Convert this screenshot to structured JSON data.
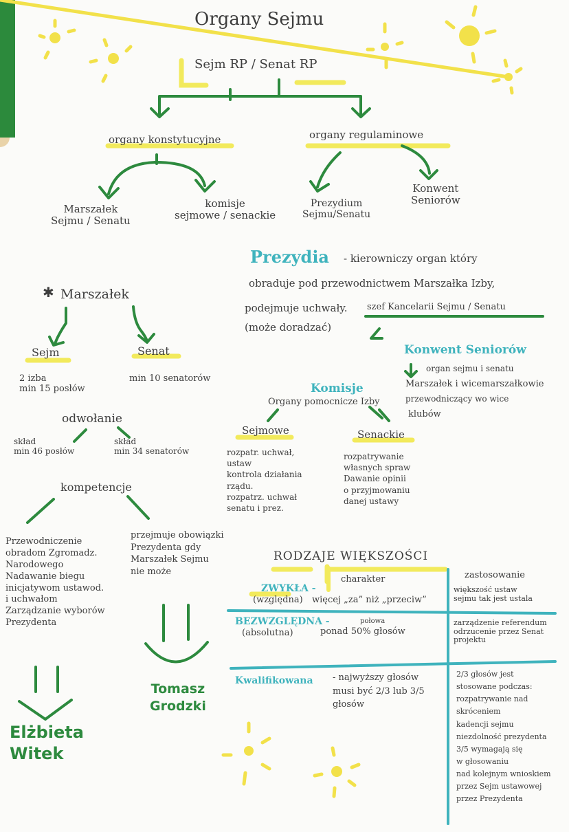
{
  "colors": {
    "green": "#2d8a3e",
    "teal": "#3fb3bd",
    "yellow": "#f2ea5c",
    "ink": "#3d3d3d"
  },
  "title": "Organy Sejmu",
  "subtitle": "Sejm RP / Senat RP",
  "branches": {
    "constitutional": "organy konstytucyjne",
    "regulatory": "organy regulaminowe",
    "marszalek": "Marszałek\nSejmu / Senatu",
    "komisje": "komisje\nsejmowe / senackie",
    "prezydium": "Prezydium\nSejmu/Senatu",
    "konwent": "Konwent\nSeniorów"
  },
  "prezydium_def": {
    "term": "Prezydia",
    "line1": "- kierowniczy organ który",
    "line2": "obraduje pod przewodnictwem Marszałka Izby,",
    "line3": "podejmuje uchwały.",
    "line3b": "szef Kancelarii Sejmu / Senatu",
    "line4": "(może doradzać)"
  },
  "konwent_def": {
    "term": "Konwent Seniorów",
    "line1": "organ sejmu i senatu",
    "line2": "Marszałek i wicemarszałkowie",
    "line3": "przewodniczący wo wice",
    "line4": "klubów"
  },
  "marszalek_section": {
    "heading": "Marszałek",
    "sejm": "Sejm",
    "senat": "Senat",
    "sejm_text": "2 izba\nmin 15 posłów",
    "senat_text": "min 10 senatorów",
    "odwolanie": "odwołanie",
    "sklad1": "skład\nmin 46 posłów",
    "sklad2": "skład\nmin 34 senatorów",
    "kompetencje": "kompetencje",
    "left_list": "Przewodniczenie\nobradom Zgromadz.\nNarodowego\nNadawanie biegu\ninicjatywom ustawod.\ni uchwałom\nZarządzanie wyborów\nPrezydenta",
    "right_list": "przejmuje obowiązki\nPrezydenta gdy\nMarszałek Sejmu\nnie może",
    "person1": "Elżbieta\nWitek",
    "person2": "Tomasz\nGrodzki"
  },
  "komisje_section": {
    "heading": "Komisje",
    "sub": "Organy pomocnicze Izby",
    "sejmowe": "Sejmowe",
    "senackie": "Senackie",
    "sejmowe_list": "rozpatr. uchwał,\nustaw\nkontrola działania\nrządu.\nrozpatrz. uchwał\nsenatu i prez.",
    "senackie_list": "rozpatrywanie\nwłasnych spraw\nDawanie opinii\no przyjmowaniu\ndanej ustawy"
  },
  "majority_section": {
    "heading": "RODZAJE WIĘKSZOŚCI",
    "col_char": "charakter",
    "col_use": "zastosowanie",
    "row1_name": "ZWYKŁA -",
    "row1_alt": "(względna)",
    "row1_char": "więcej „za” niż „przeciw”",
    "row1_use": "większość ustaw\nsejmu tak jest ustala",
    "row2_name": "BEZWZGLĘDNA -",
    "row2_alt": "(absolutna)",
    "row2_pre": "połowa",
    "row2_char": "ponad 50% głosów",
    "row2_use": "zarządzenie referendum\nodrzucenie przez Senat\nprojektu",
    "row3_name": "Kwalifikowana",
    "row3_char": "- najwyższy głosów\nmusi być 2/3 lub 3/5\ngłosów",
    "row3_use": "2/3 głosów jest\nstosowane podczas:\nrozpatrywanie nad skróceniem\nkadencji sejmu\nniezdolność prezydenta\n3/5 wymagają się\nw głosowaniu\nnad kolejnym wnioskiem\nprzez Sejm ustawowej\nprzez Prezydenta"
  }
}
